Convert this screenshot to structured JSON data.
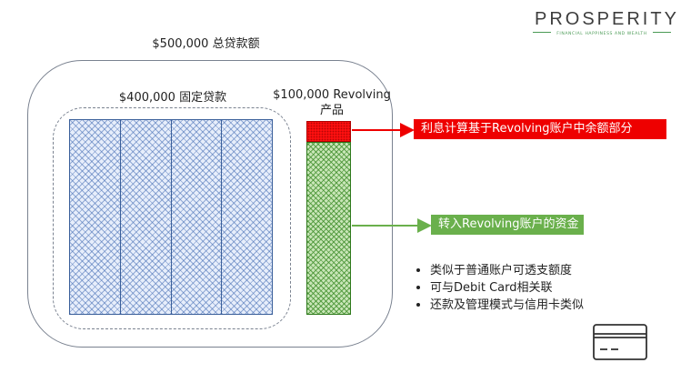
{
  "diagram": {
    "total_label": "$500,000 总贷款额",
    "fixed_loan_label": "$400,000 固定贷款",
    "revolving_label_line1": "$100,000 Revolving",
    "revolving_label_line2": "产品",
    "callout_interest": "利息计算基于Revolving账户中余额部分",
    "callout_transfer": "转入Revolving账户的资金",
    "bullets": [
      "类似于普通账户可透支额度",
      "可与Debit Card相关联",
      "还款及管理模式与信用卡类似"
    ],
    "card_icon": "credit-card-icon"
  },
  "brand": {
    "name": "PROSPERITY",
    "tagline": "FINANCIAL HAPPINESS AND WEALTH"
  },
  "colors": {
    "interest_red": "#ee0000",
    "transfer_green": "#6ab04c",
    "fixed_loan_blue": "#4a78c0",
    "brand_green": "#4a9a55"
  }
}
